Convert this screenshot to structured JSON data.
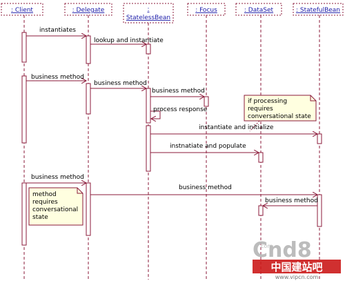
{
  "participants": [
    {
      "id": "client",
      "label": ": Client"
    },
    {
      "id": "delegate",
      "label": ": Delegate"
    },
    {
      "id": "stateless",
      "label": ": StatelessBean",
      "label_lines": [
        ":",
        "StatelessBean"
      ]
    },
    {
      "id": "focus",
      "label": ": Focus"
    },
    {
      "id": "dataset",
      "label": ": DataSet"
    },
    {
      "id": "stateful",
      "label": ": StatefulBean"
    }
  ],
  "messages": [
    {
      "id": "msg-instantiates",
      "label": "instantiates"
    },
    {
      "id": "msg-lookup",
      "label": "lookup and instantiate"
    },
    {
      "id": "msg-bm-1",
      "label": "business method"
    },
    {
      "id": "msg-bm-2",
      "label": "business method"
    },
    {
      "id": "msg-bm-3",
      "label": "business method"
    },
    {
      "id": "msg-process-response",
      "label": "process response"
    },
    {
      "id": "msg-instantiate-init",
      "label": "instantiate and initialize"
    },
    {
      "id": "msg-instantiate-populate",
      "label": "instnatiate and populate"
    },
    {
      "id": "msg-bm-4",
      "label": "business method"
    },
    {
      "id": "msg-bm-5",
      "label": "business method"
    },
    {
      "id": "msg-bm-6",
      "label": "business method"
    }
  ],
  "notes": [
    {
      "id": "note-if-processing",
      "lines": [
        "if processing",
        "requires",
        "conversational state"
      ]
    },
    {
      "id": "note-method-requires",
      "lines": [
        "method",
        "requires",
        "conversational",
        "state"
      ]
    }
  ],
  "watermark": {
    "brand": "Cnd8",
    "prefix": "com",
    "chinese": "中国建站吧",
    "url": "www.vipcn.com"
  },
  "colors": {
    "line": "#8b1a3a",
    "text": "#1a1aa8",
    "note_fill": "#ffffe0",
    "watermark_red": "#cc1a1a",
    "watermark_gray": "#b5b5b5"
  }
}
